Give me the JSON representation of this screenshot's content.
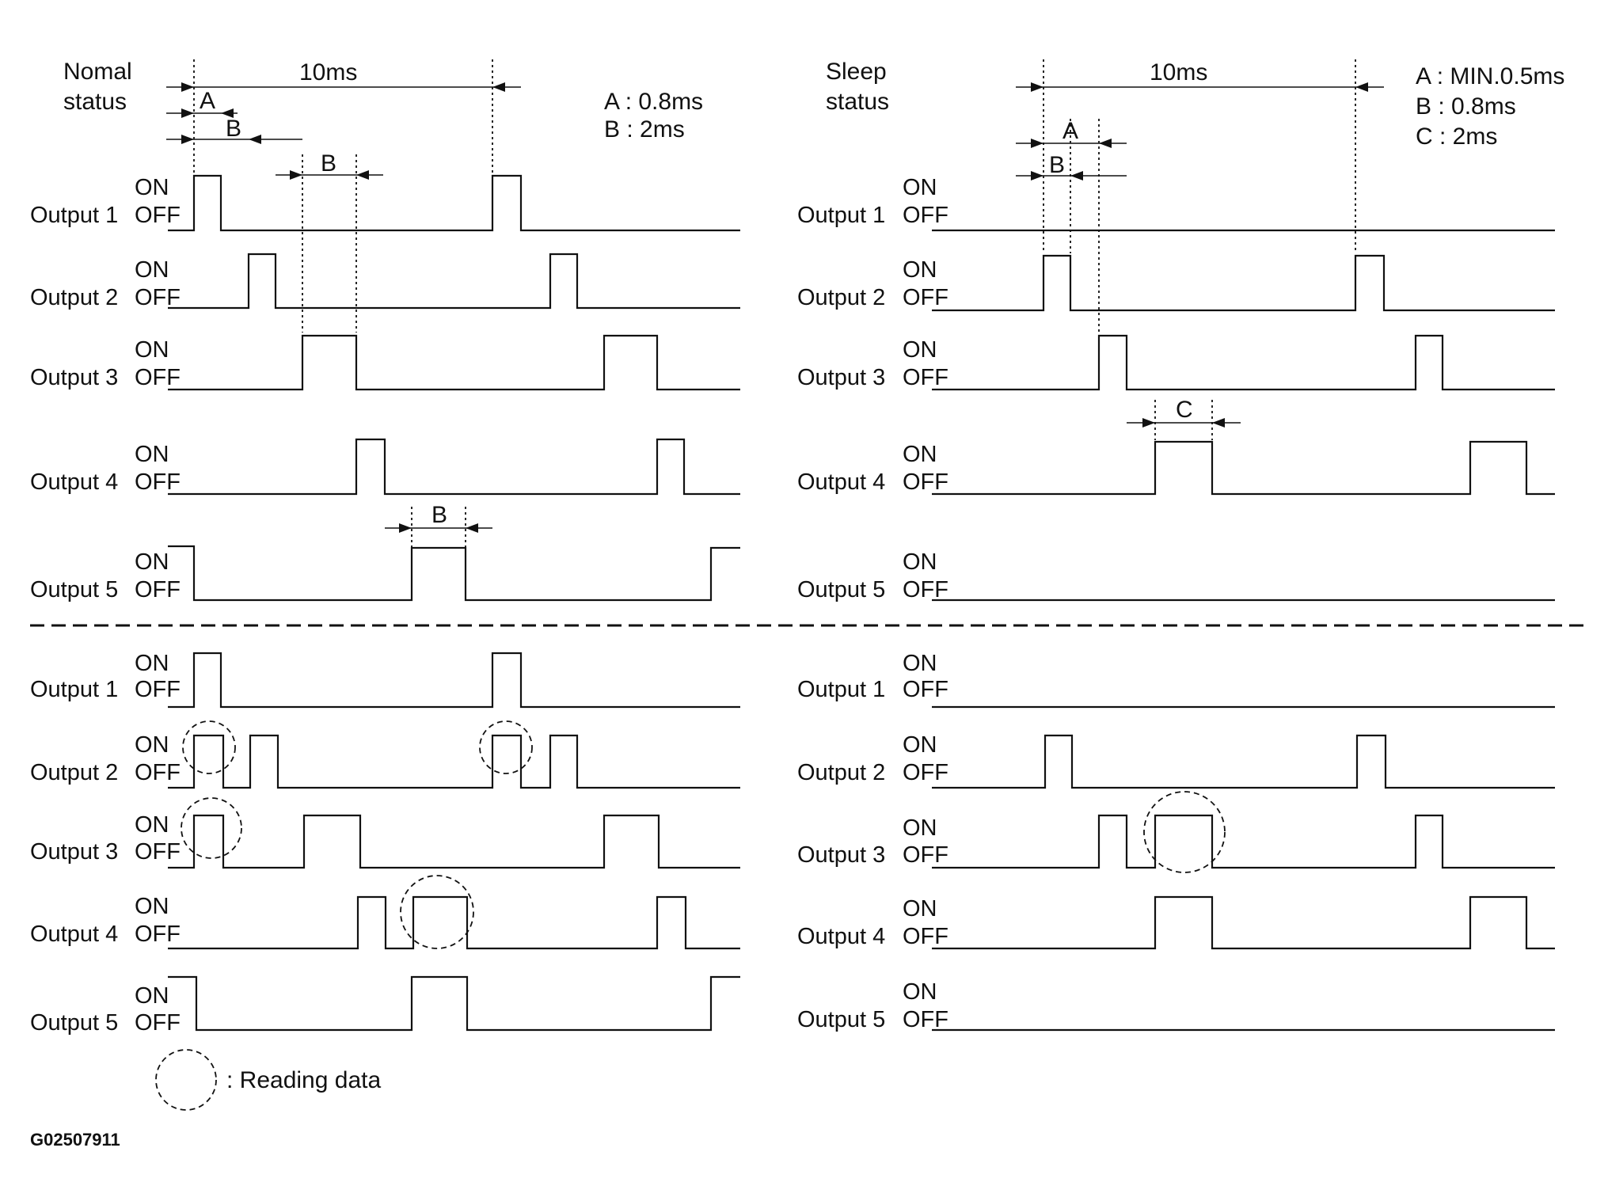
{
  "normal": {
    "status_label": [
      "Nomal",
      "status"
    ],
    "period": "10ms",
    "legend": [
      "A : 0.8ms",
      "B : 2ms"
    ],
    "dim_a": "A",
    "dim_b": "B",
    "upper_outputs": [
      {
        "name": "Output 1",
        "on": "ON",
        "off": "OFF"
      },
      {
        "name": "Output 2",
        "on": "ON",
        "off": "OFF"
      },
      {
        "name": "Output 3",
        "on": "ON",
        "off": "OFF"
      },
      {
        "name": "Output 4",
        "on": "ON",
        "off": "OFF"
      },
      {
        "name": "Output 5",
        "on": "ON",
        "off": "OFF"
      }
    ],
    "lower_outputs": [
      {
        "name": "Output 1",
        "on": "ON",
        "off": "OFF"
      },
      {
        "name": "Output 2",
        "on": "ON",
        "off": "OFF"
      },
      {
        "name": "Output 3",
        "on": "ON",
        "off": "OFF"
      },
      {
        "name": "Output 4",
        "on": "ON",
        "off": "OFF"
      },
      {
        "name": "Output 5",
        "on": "ON",
        "off": "OFF"
      }
    ]
  },
  "sleep": {
    "status_label": [
      "Sleep",
      "status"
    ],
    "period": "10ms",
    "legend": [
      "A : MIN.0.5ms",
      "B : 0.8ms",
      "C : 2ms"
    ],
    "dim_a": "A",
    "dim_b": "B",
    "dim_c": "C",
    "upper_outputs": [
      {
        "name": "Output 1",
        "on": "ON",
        "off": "OFF"
      },
      {
        "name": "Output 2",
        "on": "ON",
        "off": "OFF"
      },
      {
        "name": "Output 3",
        "on": "ON",
        "off": "OFF"
      },
      {
        "name": "Output 4",
        "on": "ON",
        "off": "OFF"
      },
      {
        "name": "Output 5",
        "on": "ON",
        "off": "OFF"
      }
    ],
    "lower_outputs": [
      {
        "name": "Output 1",
        "on": "ON",
        "off": "OFF"
      },
      {
        "name": "Output 2",
        "on": "ON",
        "off": "OFF"
      },
      {
        "name": "Output 3",
        "on": "ON",
        "off": "OFF"
      },
      {
        "name": "Output 4",
        "on": "ON",
        "off": "OFF"
      },
      {
        "name": "Output 5",
        "on": "ON",
        "off": "OFF"
      }
    ]
  },
  "legend_reading": ": Reading data",
  "figure_code": "G02507911"
}
